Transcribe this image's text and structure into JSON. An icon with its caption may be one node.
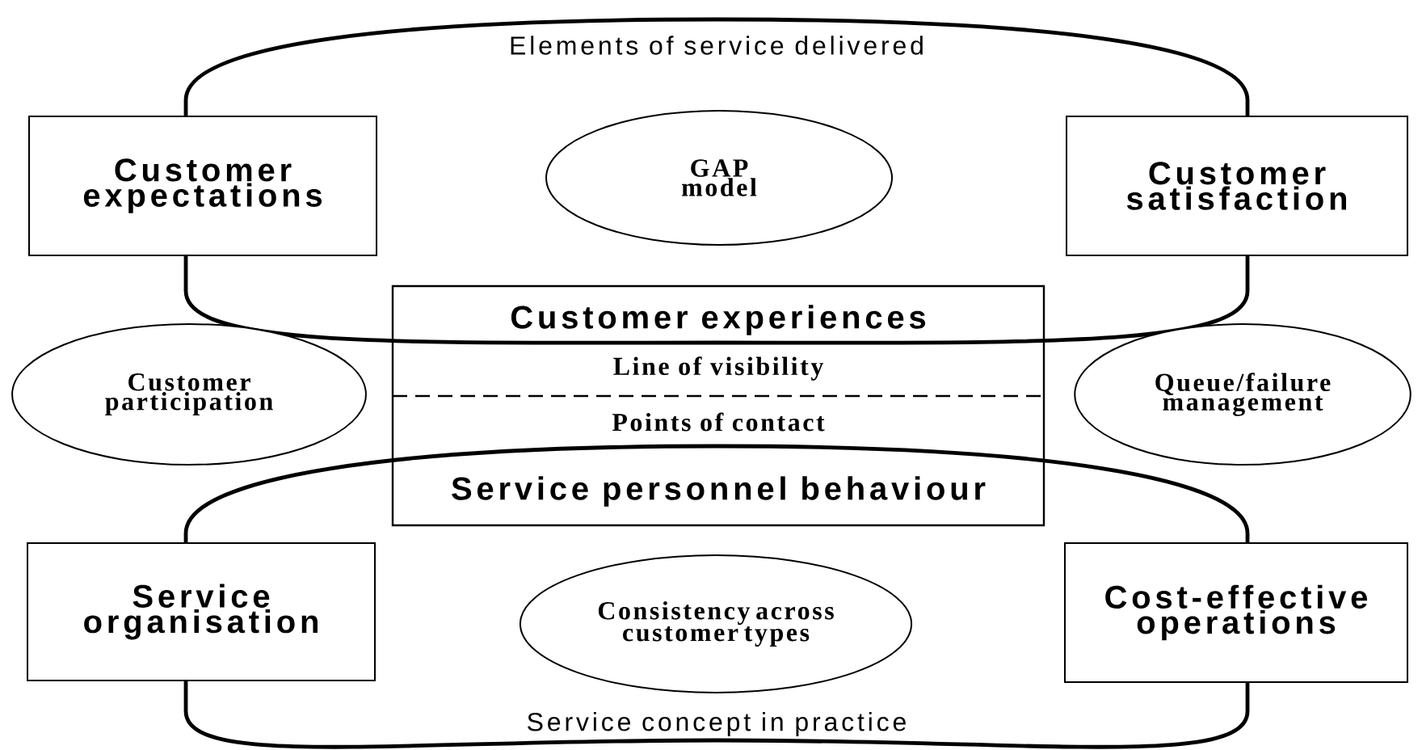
{
  "diagram": {
    "nodes": [
      {
        "text": [
          "Elements of service delivered"
        ]
      },
      {
        "text": [
          "Customer expectations"
        ]
      },
      {
        "text": [
          "GAP model"
        ],
        "in": 0
      },
      {
        "text": [
          "Customer satisfaction"
        ]
      },
      {
        "text": [
          "Customer experiences",
          "Line of visibility",
          "Points of contact",
          "Service personnel behaviour"
        ]
      },
      {
        "text": [
          "Customer participation"
        ]
      },
      {
        "text": [
          "Queue/failure management"
        ]
      },
      {
        "text": [
          "Service concept in practice"
        ]
      },
      {
        "text": [
          "Service organisation"
        ]
      },
      {
        "text": [
          "Consistency across customer types"
        ],
        "in": 7
      },
      {
        "text": [
          "Cost-effective operations"
        ]
      }
    ]
  }
}
